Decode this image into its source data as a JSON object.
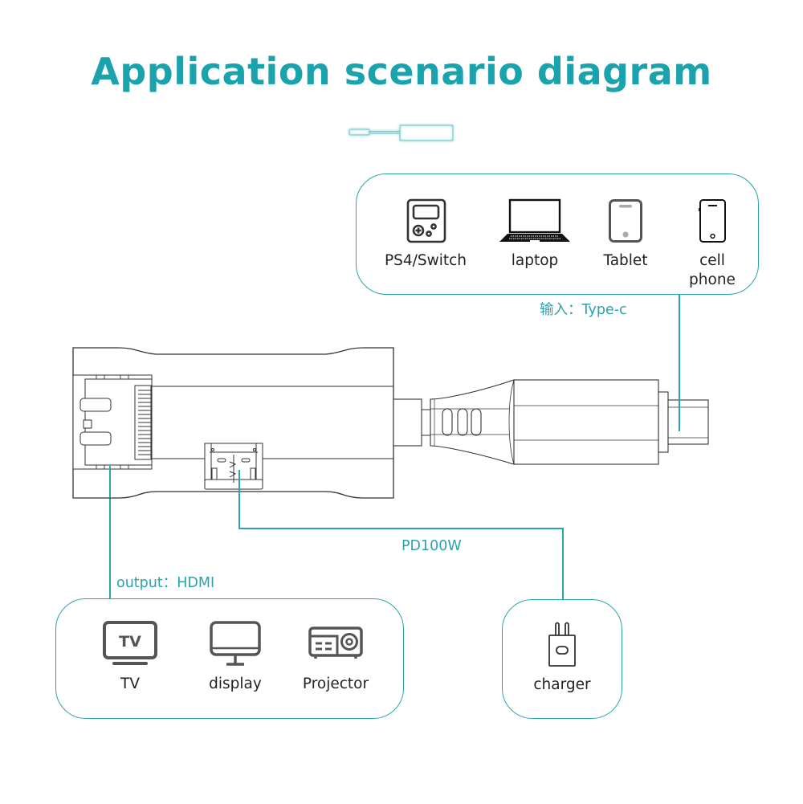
{
  "title": "Application scenario diagram",
  "colors": {
    "accent": "#1aa3ad",
    "line": "#2aa3ad",
    "icon": "#555555"
  },
  "input_group": {
    "label": "输入：Type-c",
    "items": [
      {
        "icon": "handheld-console-icon",
        "label": "PS4/Switch"
      },
      {
        "icon": "laptop-icon",
        "label": "laptop"
      },
      {
        "icon": "tablet-icon",
        "label": "Tablet"
      },
      {
        "icon": "cell-phone-icon",
        "label": "cell phone"
      }
    ]
  },
  "output_group": {
    "label": "output：HDMI",
    "items": [
      {
        "icon": "tv-icon",
        "label": "TV",
        "icon_text": "TV"
      },
      {
        "icon": "monitor-icon",
        "label": "display"
      },
      {
        "icon": "projector-icon",
        "label": "Projector"
      }
    ]
  },
  "power_group": {
    "label": "PD100W",
    "items": [
      {
        "icon": "charger-icon",
        "label": "charger"
      }
    ]
  },
  "device": {
    "name": "USB-C to HDMI adapter with PD charging port"
  }
}
